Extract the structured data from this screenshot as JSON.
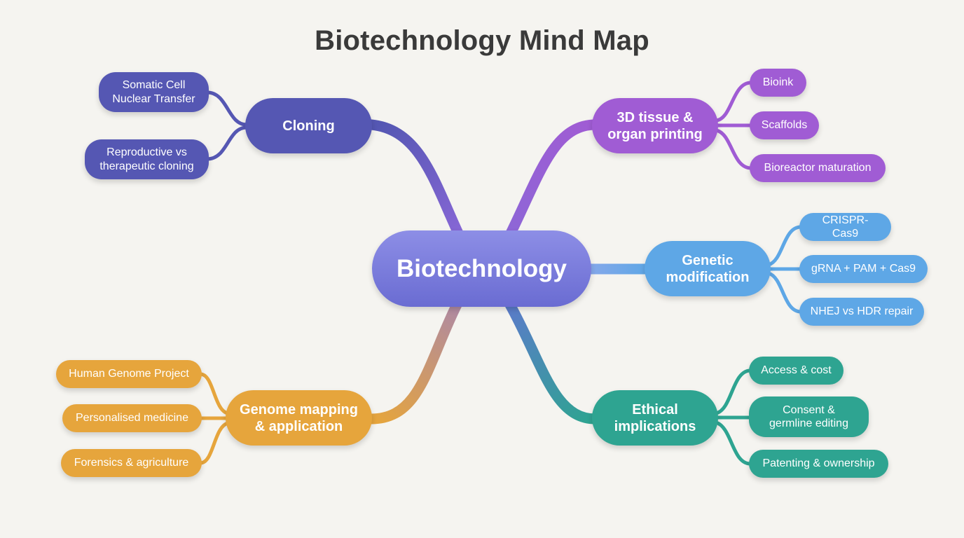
{
  "title": "Biotechnology Mind Map",
  "center": {
    "label": "Biotechnology"
  },
  "branches": {
    "cloning": {
      "label": [
        "Cloning"
      ],
      "color": "#5557b3",
      "children": [
        [
          "Somatic Cell",
          "Nuclear Transfer"
        ],
        [
          "Reproductive vs",
          "therapeutic cloning"
        ]
      ]
    },
    "printing": {
      "label": [
        "3D tissue &",
        "organ printing"
      ],
      "color": "#a05cd4",
      "children": [
        [
          "Bioink"
        ],
        [
          "Scaffolds"
        ],
        [
          "Bioreactor maturation"
        ]
      ]
    },
    "genetic": {
      "label": [
        "Genetic",
        "modification"
      ],
      "color": "#5ea7e6",
      "children": [
        [
          "CRISPR-Cas9"
        ],
        [
          "gRNA + PAM + Cas9"
        ],
        [
          "NHEJ vs HDR repair"
        ]
      ]
    },
    "ethics": {
      "label": [
        "Ethical",
        "implications"
      ],
      "color": "#2ea491",
      "children": [
        [
          "Access & cost"
        ],
        [
          "Consent &",
          "germline editing"
        ],
        [
          "Patenting & ownership"
        ]
      ]
    },
    "genome": {
      "label": [
        "Genome mapping",
        "& application"
      ],
      "color": "#e6a53c",
      "children": [
        [
          "Human Genome Project"
        ],
        [
          "Personalised medicine"
        ],
        [
          "Forensics & agriculture"
        ]
      ]
    }
  }
}
